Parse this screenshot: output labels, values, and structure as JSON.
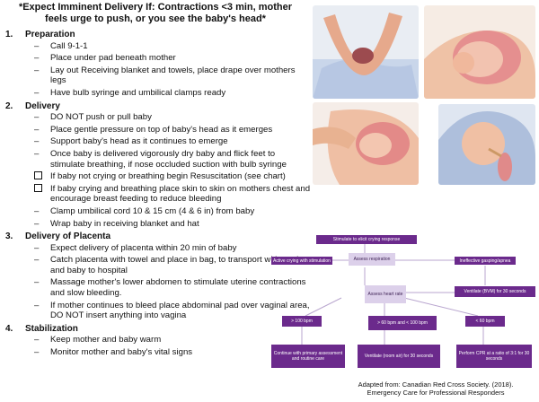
{
  "title": "*Expect Imminent Delivery If: Contractions <3 min, mother feels urge to push, or you see the baby's head*",
  "sections": [
    {
      "num": "1.",
      "heading": "Preparation",
      "items": [
        {
          "marker": "–",
          "text": "Call 9-1-1"
        },
        {
          "marker": "–",
          "text": "Place under pad beneath mother"
        },
        {
          "marker": "–",
          "text": "Lay out Receiving blanket and towels, place drape over mothers legs"
        },
        {
          "marker": "–",
          "text": "Have bulb syringe and umbilical clamps ready"
        }
      ]
    },
    {
      "num": "2.",
      "heading": "Delivery",
      "items": [
        {
          "marker": "–",
          "text": "DO NOT push or pull baby"
        },
        {
          "marker": "–",
          "text": "Place gentle pressure on top of baby's head as it emerges"
        },
        {
          "marker": "–",
          "text": "Support baby's head as it continues to emerge"
        },
        {
          "marker": "–",
          "text": "Once baby is delivered vigorously dry baby and flick feet to stimulate breathing, if nose occluded suction with bulb syringe"
        },
        {
          "marker": "box",
          "text": "If baby not crying or breathing begin Resuscitation (see chart)"
        },
        {
          "marker": "box",
          "text": "If baby crying and breathing place skin to skin on mothers chest and encourage breast feeding to reduce bleeding"
        },
        {
          "marker": "–",
          "text": "Clamp umbilical cord 10 & 15 cm (4 & 6 in) from baby"
        },
        {
          "marker": "–",
          "text": "Wrap baby in receiving blanket and hat"
        }
      ]
    },
    {
      "num": "3.",
      "heading": "Delivery of Placenta",
      "items": [
        {
          "marker": "–",
          "text": "Expect delivery of placenta within 20 min of baby"
        },
        {
          "marker": "–",
          "text": "Catch placenta with towel and place in bag, to transport with mother and baby to hospital"
        },
        {
          "marker": "–",
          "text": "Massage mother's lower abdomen to stimulate uterine contractions and slow bleeding."
        },
        {
          "marker": "–",
          "text": "If mother continues to bleed place abdominal pad over vaginal area, DO NOT insert anything into vagina"
        }
      ]
    },
    {
      "num": "4.",
      "heading": "Stabilization",
      "items": [
        {
          "marker": "–",
          "text": "Keep mother and baby warm"
        },
        {
          "marker": "–",
          "text": "Monitor mother and baby's vital signs"
        }
      ]
    }
  ],
  "flowchart": {
    "stimulate": "Stimulate to elicit crying response",
    "assess_resp": "Assess respiration",
    "active": "Active crying with stimulation",
    "ineffective": "Ineffective gasping/apnea",
    "ventilate_bvm": "Ventilate (BVM) for 30 seconds",
    "assess_hr": "Assess heart rate",
    "gt100": "> 100 bpm",
    "mid": "> 60 bpm and < 100 bpm",
    "lt60": "< 60 bpm",
    "continue": "Continue with primary assessment and routine care",
    "ventilate_air": "Ventilate (room air) for 30 seconds",
    "cpr": "Perform CPR at a ratio of 3:1 for 30 seconds"
  },
  "citation": {
    "line1": "Adapted from: Canadian Red Cross Society. (2018).",
    "line2": "Emergency Care for Professional Responders"
  },
  "colors": {
    "flow_dark": "#6b2a8c",
    "flow_light": "#dcd0ea"
  }
}
